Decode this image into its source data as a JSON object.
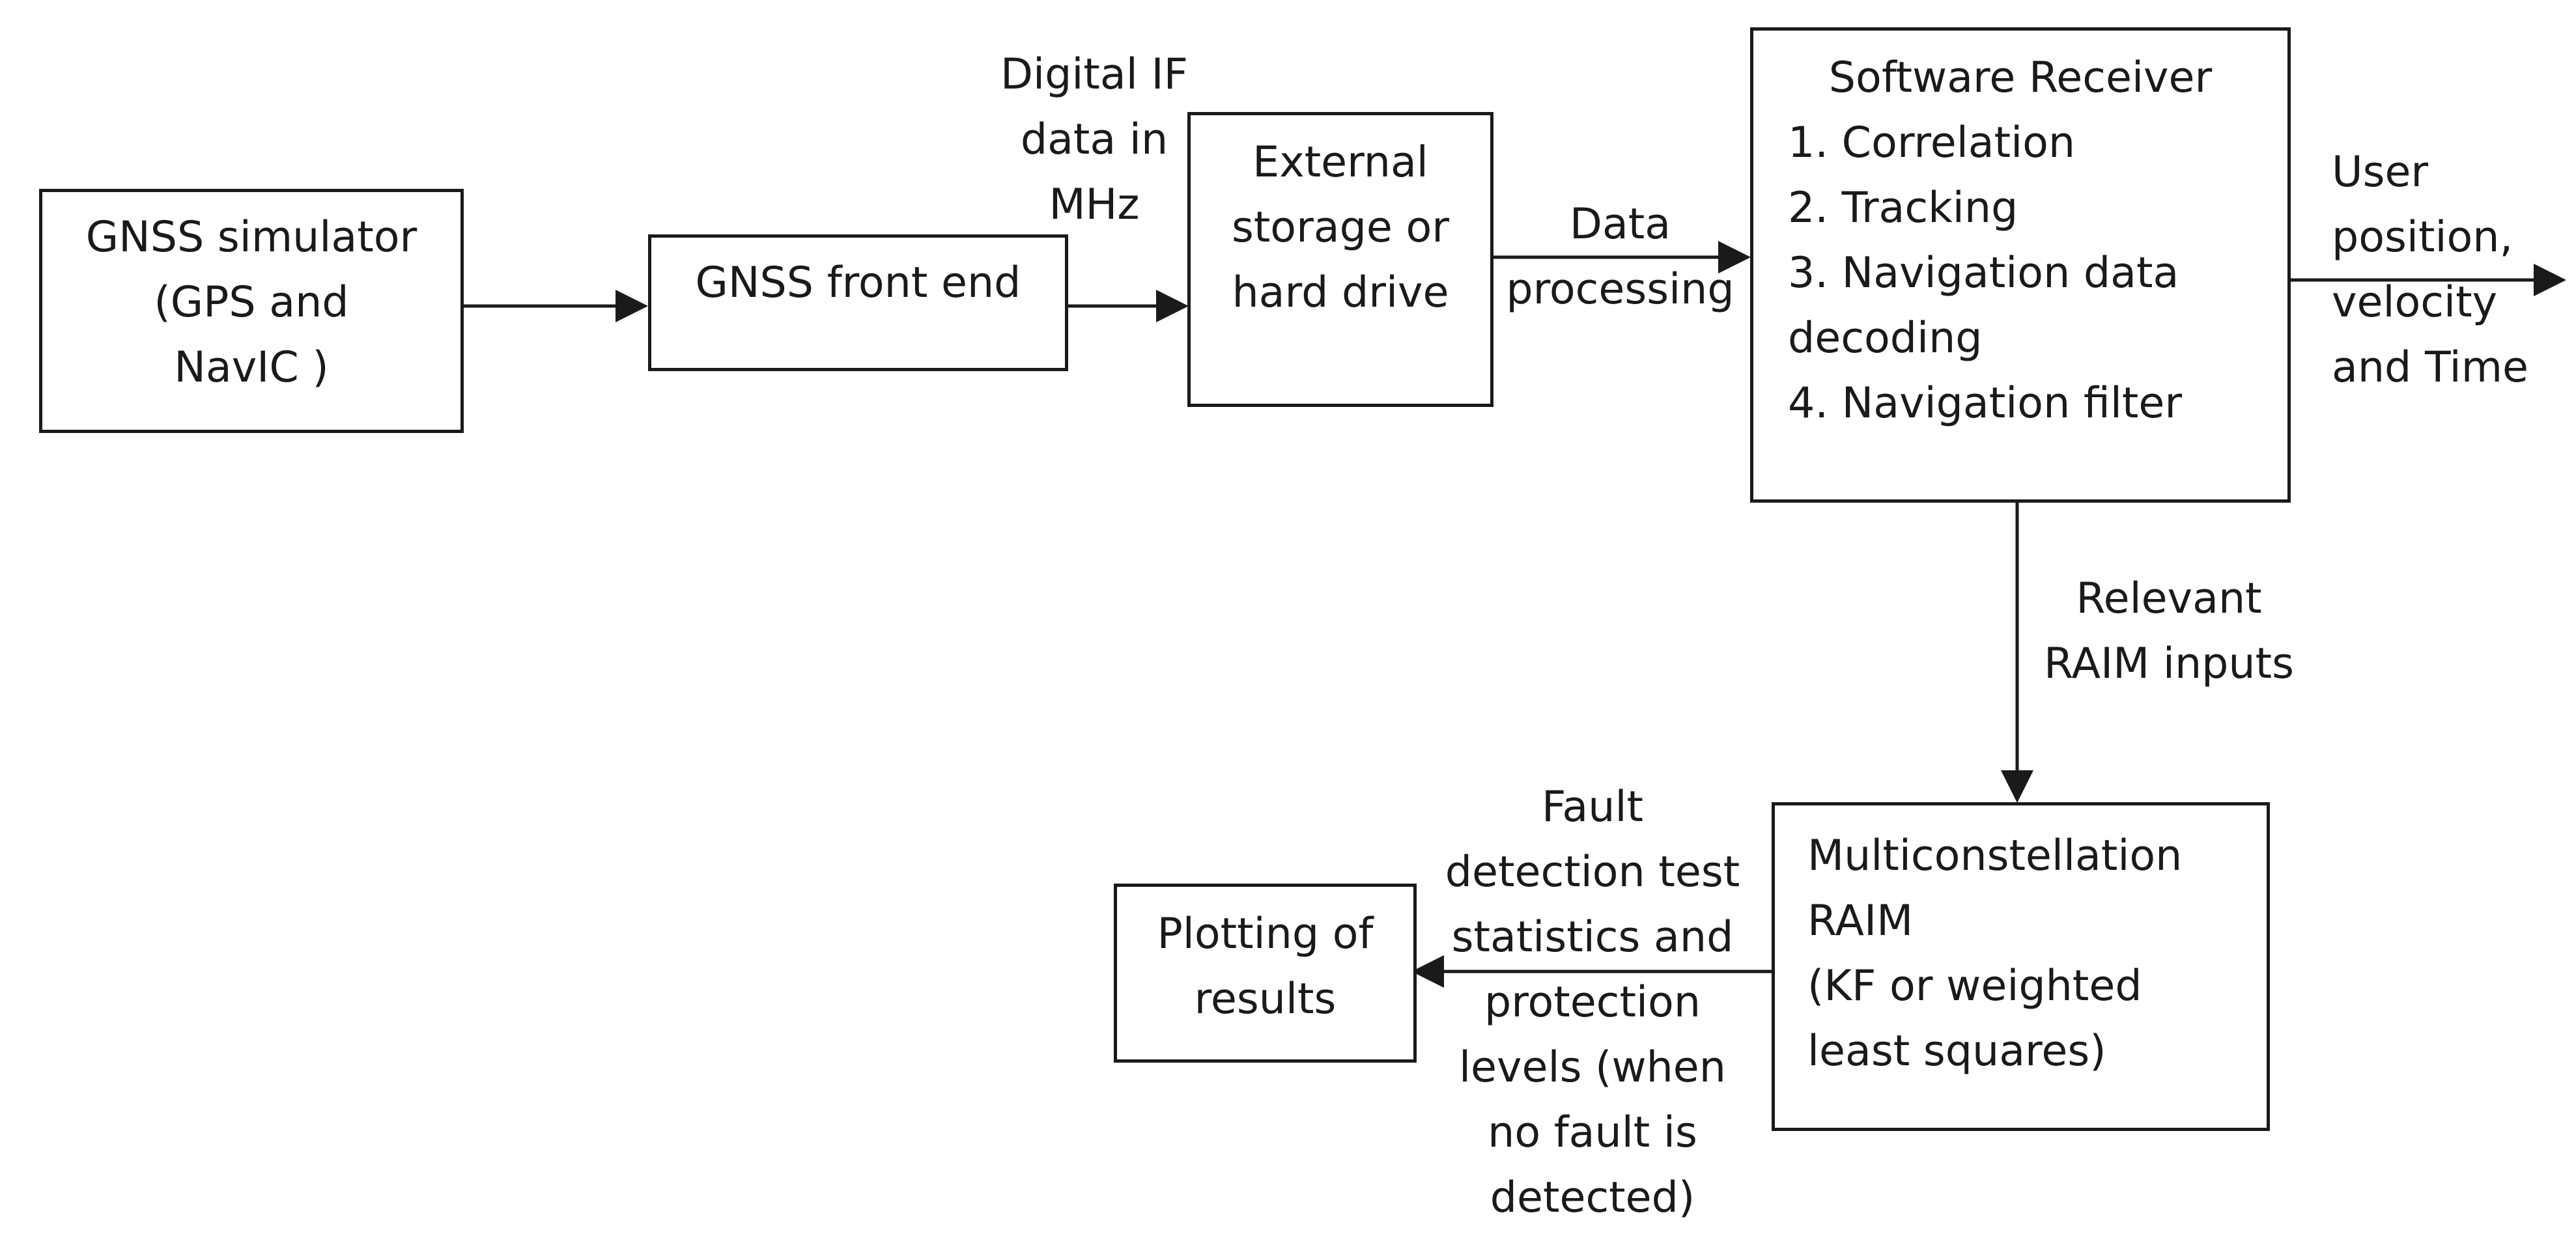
{
  "diagram": {
    "nodes": {
      "gnss_simulator": [
        "GNSS simulator",
        "(GPS and",
        "NavIC )"
      ],
      "gnss_front_end": [
        "GNSS front end"
      ],
      "external_storage": [
        "External",
        "storage or",
        "hard drive"
      ],
      "software_receiver": {
        "title": "Software Receiver",
        "items": [
          "1. Correlation",
          "2. Tracking",
          "3. Navigation data",
          "decoding",
          "4. Navigation filter"
        ]
      },
      "raim": [
        "Multiconstellation",
        "RAIM",
        "(KF or weighted",
        "least squares)"
      ],
      "plotting": [
        "Plotting of",
        "results"
      ]
    },
    "edge_labels": {
      "digital_if": [
        "Digital IF",
        "data in",
        "MHz"
      ],
      "data_processing": [
        "Data",
        "processing"
      ],
      "user_position": [
        "User",
        "position,",
        "velocity",
        "and Time"
      ],
      "raim_inputs": [
        "Relevant",
        "RAIM inputs"
      ],
      "fault_detection": [
        "Fault",
        "detection test",
        "statistics and",
        "protection",
        "levels (when",
        "no fault is",
        "detected)"
      ]
    }
  }
}
